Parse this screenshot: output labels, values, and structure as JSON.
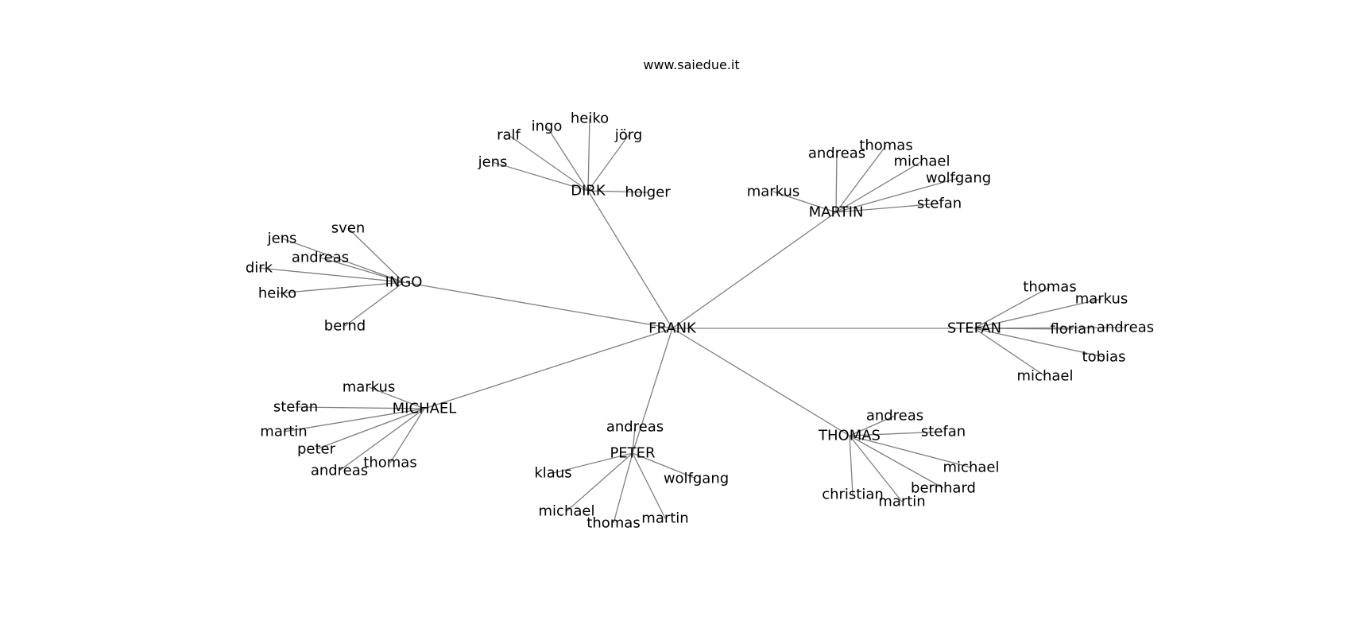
{
  "title": "www.saiedue.it",
  "graph": {
    "root": "FRANK",
    "hubs": [
      {
        "name": "DIRK",
        "children": [
          "ralf",
          "ingo",
          "heiko",
          "jörg",
          "jens",
          "holger"
        ]
      },
      {
        "name": "MARTIN",
        "children": [
          "andreas",
          "thomas",
          "michael",
          "wolfgang",
          "markus",
          "stefan"
        ]
      },
      {
        "name": "INGO",
        "children": [
          "sven",
          "jens",
          "andreas",
          "dirk",
          "heiko",
          "bernd"
        ]
      },
      {
        "name": "STEFAN",
        "children": [
          "thomas",
          "markus",
          "florian",
          "andreas",
          "tobias",
          "michael"
        ]
      },
      {
        "name": "MICHAEL",
        "children": [
          "markus",
          "stefan",
          "martin",
          "peter",
          "andreas",
          "thomas"
        ]
      },
      {
        "name": "PETER",
        "children": [
          "andreas",
          "klaus",
          "wolfgang",
          "michael",
          "thomas",
          "martin"
        ]
      },
      {
        "name": "THOMAS",
        "children": [
          "andreas",
          "stefan",
          "michael",
          "bernhard",
          "christian",
          "martin"
        ]
      }
    ]
  }
}
